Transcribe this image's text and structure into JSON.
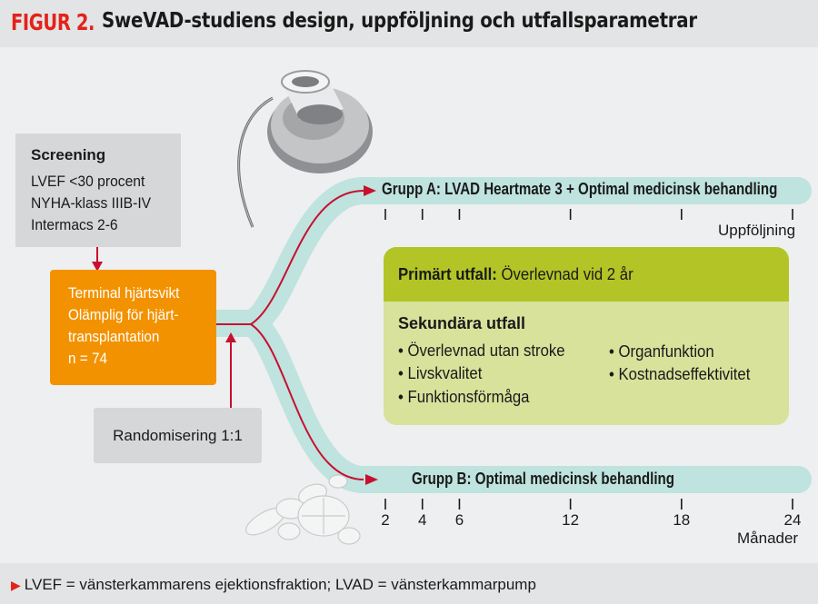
{
  "header": {
    "figure_label": "FIGUR 2.",
    "title": "SweVAD-studiens design, uppföljning och utfallsparametrar"
  },
  "screening": {
    "title": "Screening",
    "lines": [
      "LVEF <30 procent",
      "NYHA-klass IIIB-IV",
      "Intermacs 2-6"
    ]
  },
  "population": {
    "lines": [
      "Terminal hjärtsvikt",
      "Olämplig för hjärt-",
      "transplantation",
      "n = 74"
    ]
  },
  "randomization": {
    "label": "Randomisering 1:1"
  },
  "group_a": {
    "label": "Grupp A: LVAD Heartmate 3 + Optimal medicinsk behandling"
  },
  "group_b": {
    "label": "Grupp B: Optimal medicinsk behandling"
  },
  "followup_label": "Uppföljning",
  "outcomes": {
    "primary_bold": "Primärt utfall:",
    "primary_text": " Överlevnad vid 2 år",
    "secondary_title": "Sekundära utfall",
    "secondary_col1": [
      "• Överlevnad utan stroke",
      "• Livskvalitet",
      "• Funktionsförmåga"
    ],
    "secondary_col2": [
      "• Organfunktion",
      "• Kostnadseffektivitet"
    ]
  },
  "timeline": {
    "ticks": [
      "2",
      "4",
      "6",
      "12",
      "18",
      "24"
    ],
    "months": [
      2,
      4,
      6,
      12,
      18,
      24
    ],
    "unit_label": "Månader"
  },
  "footnote": {
    "marker": "▶",
    "text": "LVEF = vänsterkammarens ejektionsfraktion; LVAD = vänsterkammarpump"
  },
  "colors": {
    "accent_red": "#e2231a",
    "population_orange": "#f39200",
    "path_teal": "#bfe3df",
    "primary_green": "#b3c526",
    "secondary_green": "#d8e29b",
    "box_grey": "#d6d7d8"
  },
  "icons": [
    "lvad-pump-illustration",
    "pills-illustration",
    "arrow-icon"
  ]
}
